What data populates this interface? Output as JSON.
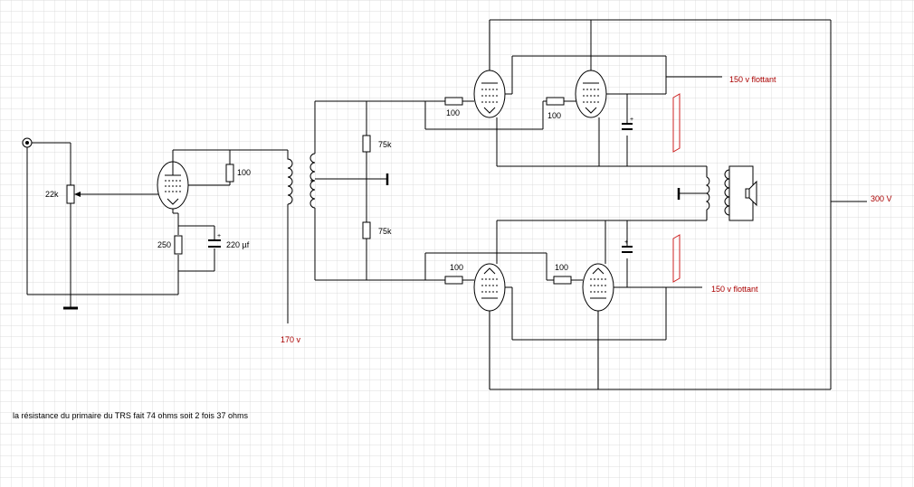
{
  "labels": {
    "pot_input": "22k",
    "r_plate_driver": "100",
    "r_cathode_driver": "250",
    "cap_cathode_driver": "220 µf",
    "r_bias_top": "75k",
    "r_bias_bottom": "75k",
    "r_grid_top_left": "100",
    "r_grid_top_right": "100",
    "r_grid_bottom_left": "100",
    "r_grid_bottom_right": "100"
  },
  "voltages": {
    "driver_supply": "170 v",
    "top_floating": "150 v  flottant",
    "bottom_floating": "150 v  flottant",
    "main_supply": "300 V"
  },
  "note": "la résistance du primaire du TRS fait 74 ohms soit 2 fois 37 ohms",
  "colors": {
    "grid": "#d4d4d4",
    "wire": "#000000",
    "voltage_text": "#aa0000",
    "zener_outline": "#cc2222"
  }
}
